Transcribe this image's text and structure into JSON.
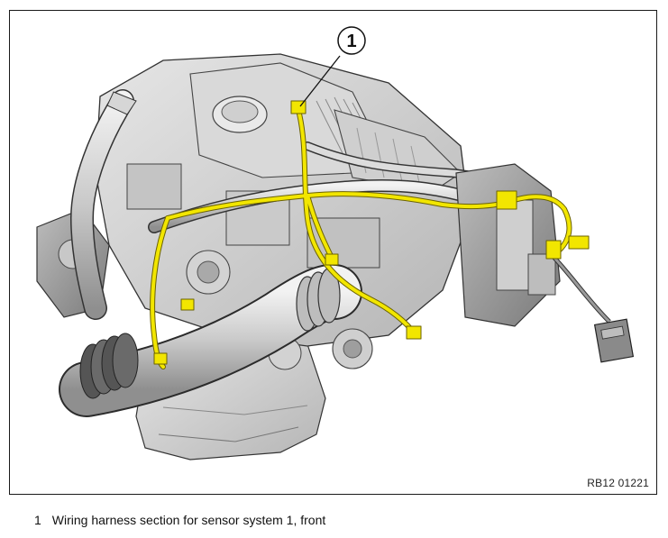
{
  "figure": {
    "reference_code": "RB12 01221",
    "callouts": [
      {
        "number": "1"
      }
    ]
  },
  "legend": {
    "items": [
      {
        "number": "1",
        "text": "Wiring harness section for sensor system 1, front"
      }
    ]
  },
  "colors": {
    "harness": "#f2e600",
    "engine_fill": "#d6d6d6",
    "engine_dark": "#8a8a8a",
    "outline": "#222222"
  }
}
